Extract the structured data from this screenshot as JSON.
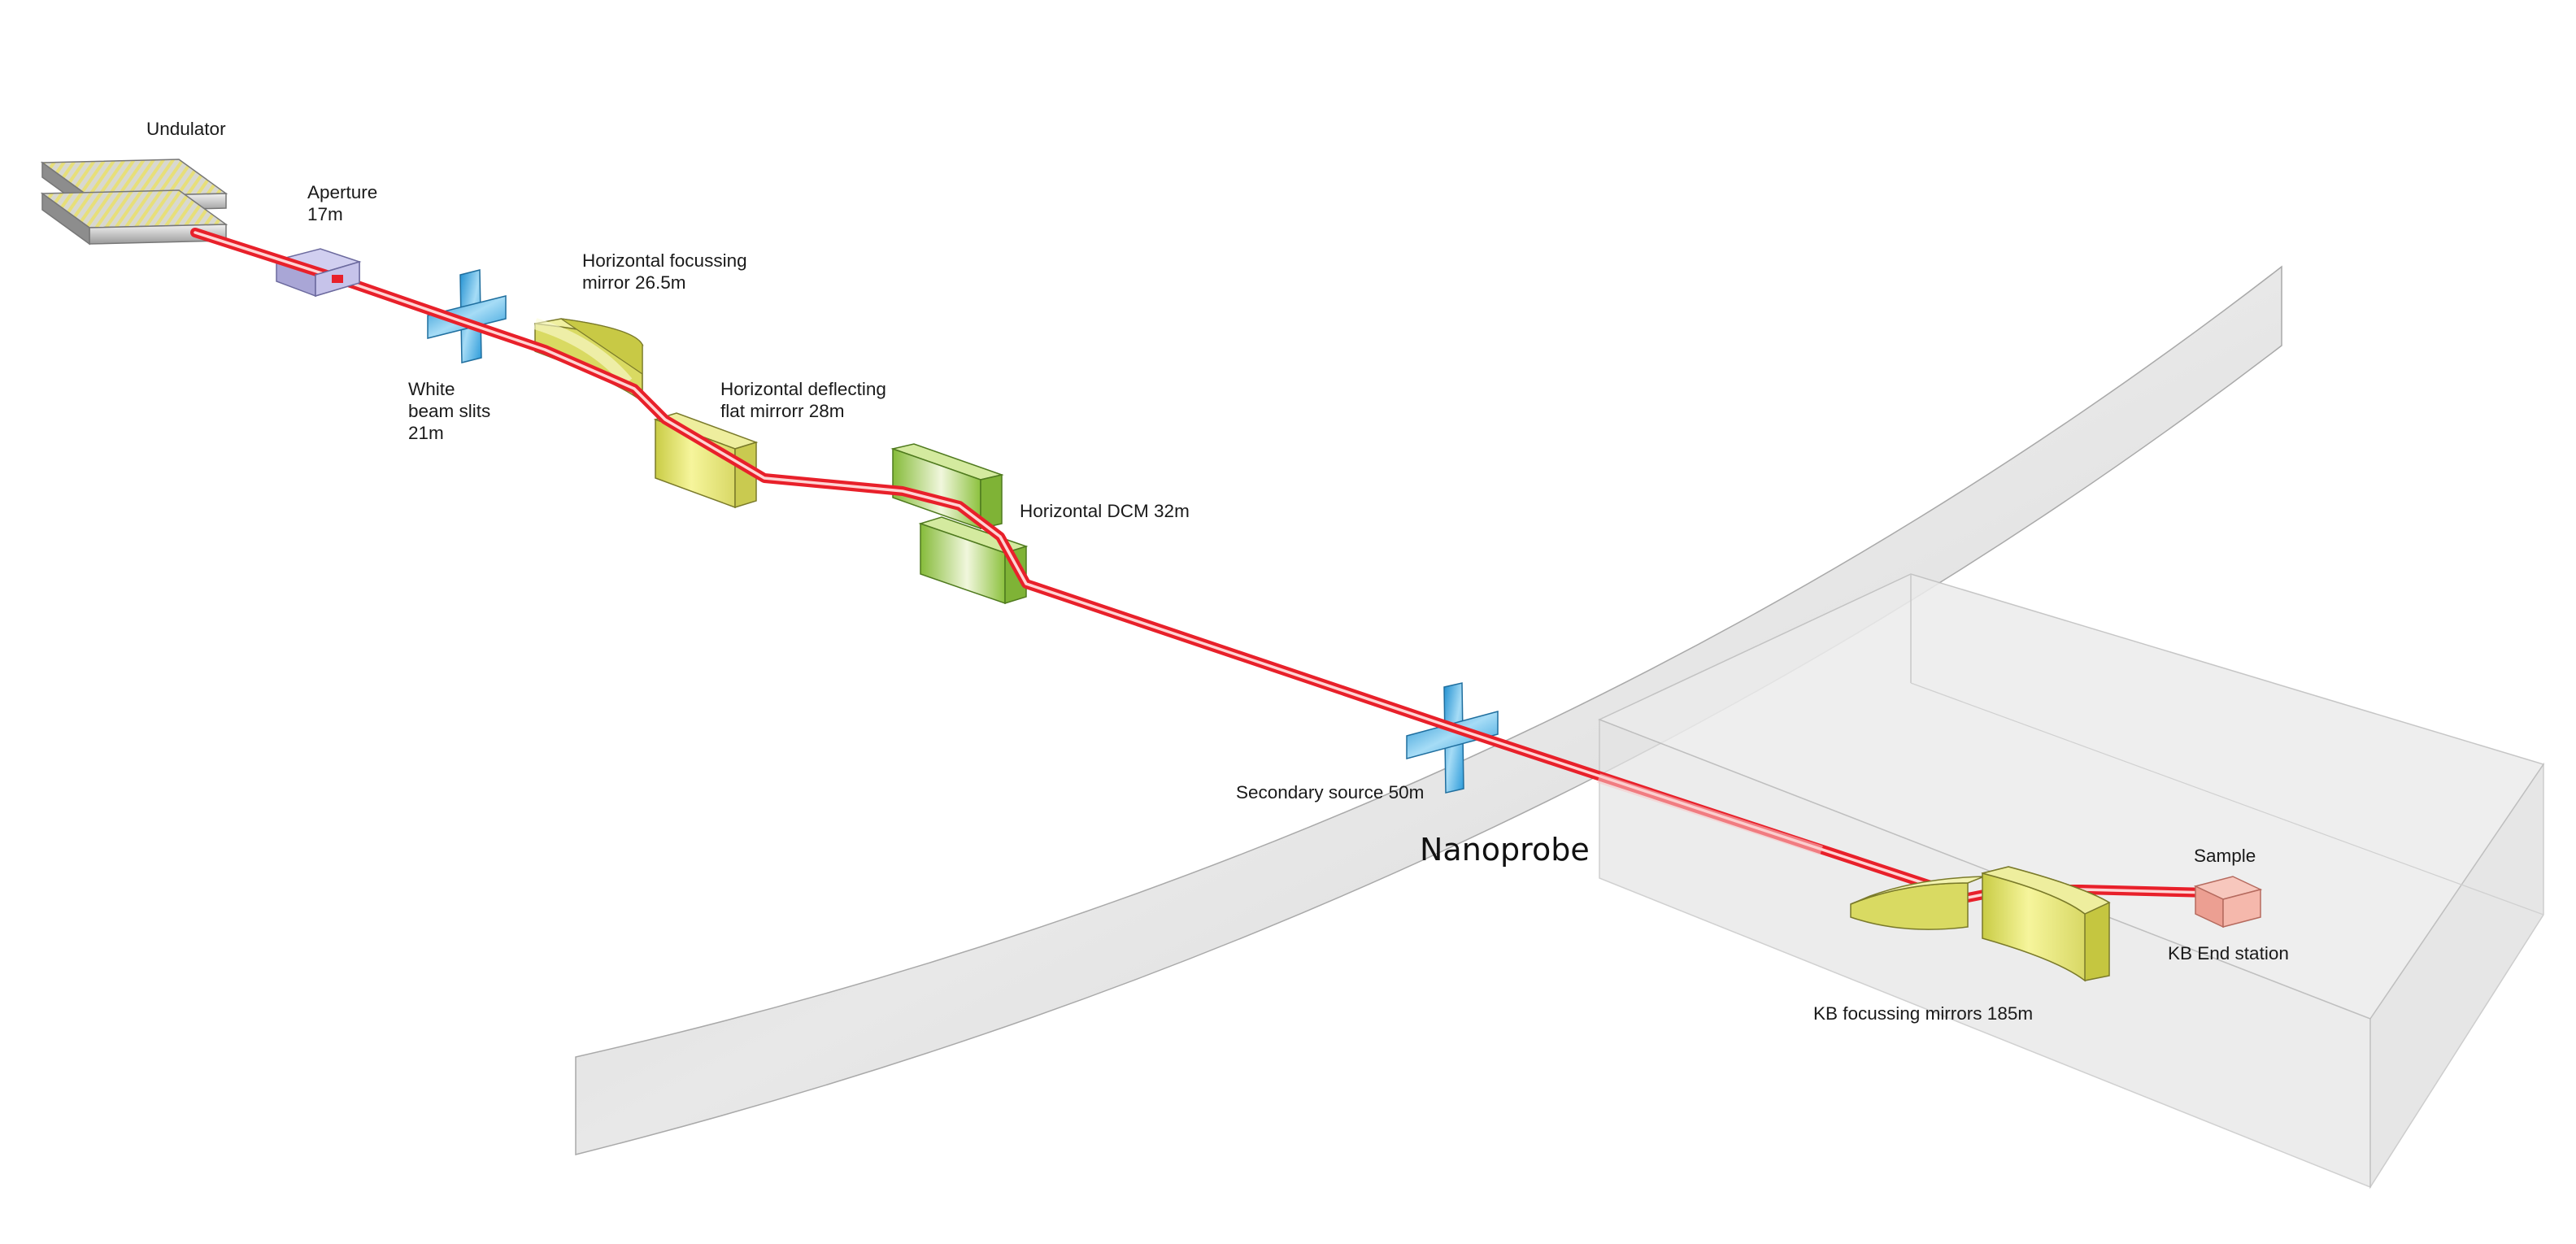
{
  "diagram": {
    "title": "Nanoprobe",
    "components": {
      "undulator": "Undulator",
      "aperture": [
        "Aperture",
        "17m"
      ],
      "white_beam_slits": [
        "White",
        "beam slits",
        "21m"
      ],
      "horizontal_focussing_mirror": [
        "Horizontal focussing",
        "mirror 26.5m"
      ],
      "horizontal_deflecting_mirror": [
        "Horizontal deflecting",
        "flat mirrorr 28m"
      ],
      "horizontal_dcm": "Horizontal DCM 32m",
      "secondary_source": "Secondary source 50m",
      "kb_focussing_mirrors": "KB focussing mirrors 185m",
      "sample": "Sample",
      "kb_end_station": "KB End station"
    }
  },
  "colors": {
    "beam": "#e8202a",
    "beam_core": "#ffd4d4",
    "mirror": "#e9ea7f",
    "dcm": "#9cc84a",
    "slits": "#3aa8e0",
    "aperture": "#b4b1de",
    "sample": "#f2aba0",
    "wall": "#d9d9d9",
    "enclosure": "#e6e6e6"
  }
}
